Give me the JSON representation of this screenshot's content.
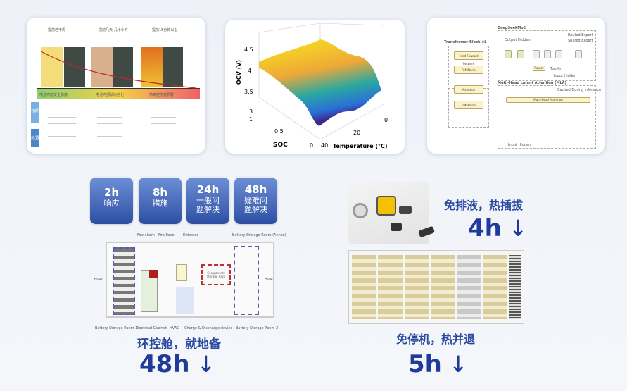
{
  "timeline_card": {
    "headers": [
      "提前若干周",
      "提前几天-几十小时",
      "提前15分钟以上"
    ],
    "band_labels": [
      "电池内部安全隐患",
      "电池内部状态劣化",
      "热失控前兆预警"
    ],
    "side_tags": [
      "预防",
      "处置"
    ],
    "colors": {
      "band_start": "#8fd06b",
      "band_mid": "#f5d04a",
      "band_end": "#f0606a",
      "curve": "#c0282a"
    }
  },
  "ocv_chart": {
    "zlabel": "OCV (V)",
    "xlabel": "SOC",
    "ylabel": "Temperature (°C)",
    "z_ticks": [
      "4.5",
      "4",
      "3.5",
      "3"
    ],
    "x_ticks": [
      "1",
      "0.5",
      "0"
    ],
    "y_ticks": [
      "0",
      "20",
      "40"
    ]
  },
  "arch_card": {
    "transformer_block": "Transformer Block ×L",
    "moe_title": "DeepSeekMoE",
    "ffn": "Feed-Forward Network",
    "norm": "RMSNorm",
    "attention": "Attention",
    "mla_title": "Multi-Head Latent Attention (MLA)",
    "mha": "Multi-Head Attention",
    "router": "Router",
    "topk": "Top-Kr",
    "output_hidden": "Output Hidden",
    "input_hidden": "Input Hidden",
    "routed_expert": "Routed Expert",
    "shared_expert": "Shared Expert",
    "cached": "Cached During Inference"
  },
  "stats": [
    {
      "value": "2h",
      "label": "响应"
    },
    {
      "value": "8h",
      "label": "措施"
    },
    {
      "value": "24h",
      "label": "一般问题解决"
    },
    {
      "value": "48h",
      "label": "疑难问题解决"
    }
  ],
  "floorplan": {
    "labels_top": [
      "Fire alarm",
      "Fire Panel",
      "Detector",
      "Battery Storage Room (Annex)"
    ],
    "labels_bottom": [
      "Battery Storage Room 1",
      "Electrical Cabinet",
      "HVAC",
      "Charge & Discharge device",
      "Battery Storage Room 2"
    ],
    "side_left": "HVAC",
    "side_right": "HVAC",
    "rack": "Components Storage Rack"
  },
  "left_caption": "环控舱，就地备",
  "left_metric": "48h",
  "arrow": "↓",
  "right_caption_top": "免排液，热插拔",
  "right_metric_top": "4h",
  "right_caption_bottom": "免停机，热并退",
  "right_metric_bottom": "5h"
}
